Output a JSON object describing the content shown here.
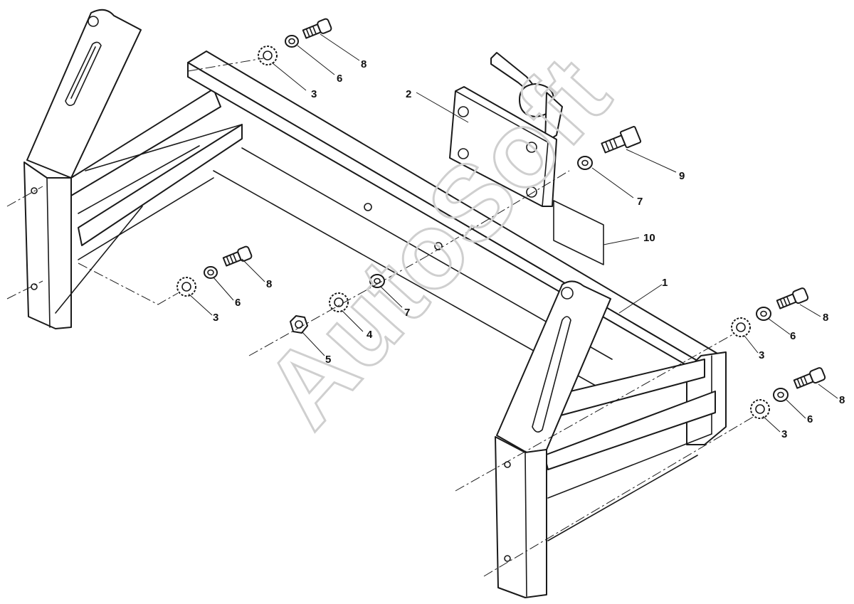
{
  "watermark": "AutoSoft",
  "callouts": [
    {
      "id": "c8a",
      "label": "8"
    },
    {
      "id": "c6a",
      "label": "6"
    },
    {
      "id": "c3a",
      "label": "3"
    },
    {
      "id": "c2",
      "label": "2"
    },
    {
      "id": "c9",
      "label": "9"
    },
    {
      "id": "c7a",
      "label": "7"
    },
    {
      "id": "c10",
      "label": "10"
    },
    {
      "id": "c1",
      "label": "1"
    },
    {
      "id": "c8b",
      "label": "8"
    },
    {
      "id": "c6b",
      "label": "6"
    },
    {
      "id": "c3b",
      "label": "3"
    },
    {
      "id": "c7b",
      "label": "7"
    },
    {
      "id": "c4",
      "label": "4"
    },
    {
      "id": "c5",
      "label": "5"
    },
    {
      "id": "c8c",
      "label": "8"
    },
    {
      "id": "c6c",
      "label": "6"
    },
    {
      "id": "c3c",
      "label": "3"
    },
    {
      "id": "c8d",
      "label": "8"
    },
    {
      "id": "c6d",
      "label": "6"
    },
    {
      "id": "c3d",
      "label": "3"
    }
  ]
}
